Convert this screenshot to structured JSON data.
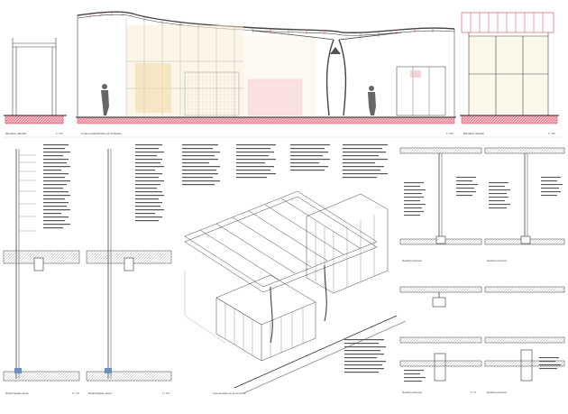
{
  "sheet": {
    "top_captions": {
      "left_section": "Élévation latérale",
      "long_section": "Coupe longitudinale sur la façade",
      "right_section": "Élévation latérale"
    },
    "scales": {
      "a": "1 / 50",
      "b": "1 / 50",
      "c": "1 / 50",
      "d": "1 / 10",
      "e": "1 / 10",
      "f": "1 / 5"
    },
    "detail_captions": {
      "d1": "Détail façade vitrée",
      "d2": "Détail façade vitrée",
      "axon": "Axonométrie de la structure",
      "p1": "Détail horizontal",
      "p2": "Détail horizontal",
      "p3": "Détail horizontal",
      "p4": "Détail horizontal"
    }
  },
  "colors": {
    "ink": "#3a3a3a",
    "red": "#d8455a",
    "pink": "#f1b7c1",
    "yellow": "#f3e1a6",
    "glass": "#f7efd4"
  }
}
